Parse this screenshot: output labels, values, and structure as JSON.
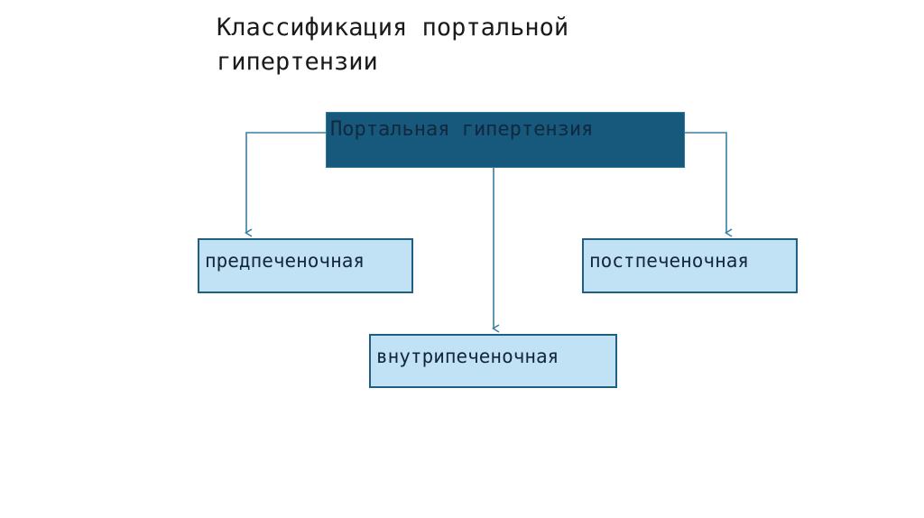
{
  "slide": {
    "title": "Классификация портальной\nгипертензии",
    "background_color": "#ffffff"
  },
  "diagram": {
    "type": "hierarchy",
    "root": {
      "label": "Портальная гипертензия",
      "fill_color": "#17597C",
      "text_color": "#11283d"
    },
    "children": [
      {
        "id": "pre",
        "label": "предпеченочная",
        "fill_color": "#C1E2F4",
        "border_color": "#1f5f82",
        "text_color": "#14263a"
      },
      {
        "id": "intra",
        "label": "внутрипеченочная",
        "fill_color": "#C1E2F4",
        "border_color": "#1f5f82",
        "text_color": "#14263a"
      },
      {
        "id": "post",
        "label": "постпеченочная",
        "fill_color": "#C1E2F4",
        "border_color": "#1f5f82",
        "text_color": "#14263a"
      }
    ],
    "connector_color": "#3b7fa3"
  }
}
